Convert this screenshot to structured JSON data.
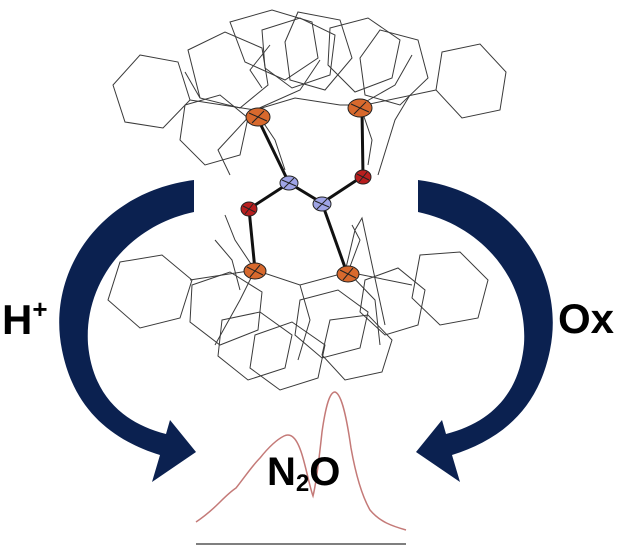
{
  "labels": {
    "left_reagent": "H",
    "left_reagent_charge": "+",
    "right_reagent": "Ox",
    "product_main": "N",
    "product_subscript": "2",
    "product_tail": "O"
  },
  "colors": {
    "arrow": "#0b2150",
    "framework_lines": "#3a3a3a",
    "bonds": "#111111",
    "copper_atom": "#d8692d",
    "nitrogen_atom": "#9fa4e6",
    "oxygen_atom": "#b81e1e",
    "spectrum_trace": "#c47a78",
    "baseline": "#555555"
  },
  "icons": {
    "left_arrow": "curved-arrow-down-right-icon",
    "right_arrow": "curved-arrow-down-left-icon"
  }
}
